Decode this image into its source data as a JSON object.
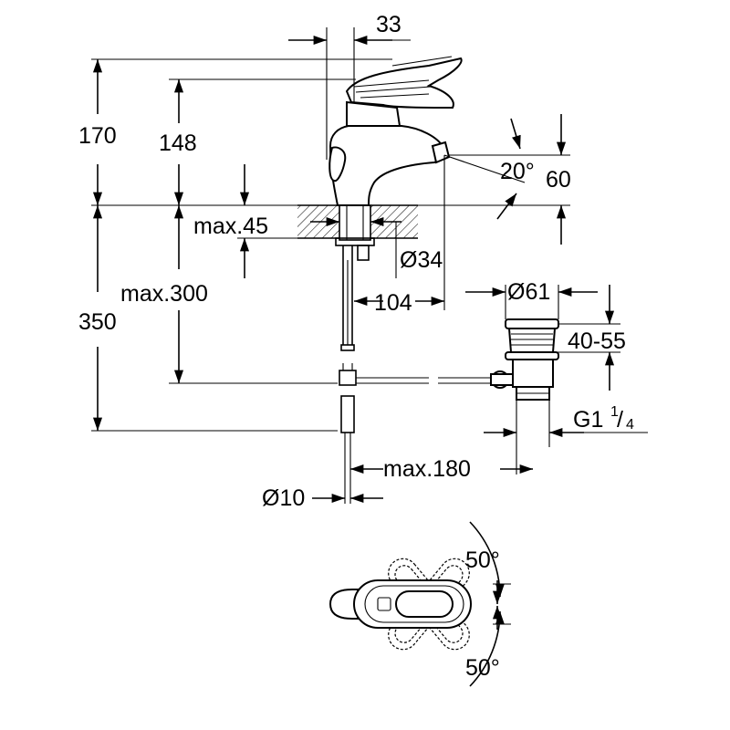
{
  "dimensions": {
    "spout_offset": "33",
    "total_height": "170",
    "handle_height": "148",
    "spout_angle": "20°",
    "spout_height": "60",
    "max_deck": "max.45",
    "hole_diameter": "Ø34",
    "max_hose_length": "max.300",
    "hose_total": "350",
    "spout_reach": "104",
    "waste_diameter": "Ø61",
    "waste_height": "40-55",
    "waste_thread_main": "G1",
    "waste_thread_num": "1",
    "waste_thread_den": "4",
    "waste_max_distance": "max.180",
    "pull_rod_diameter": "Ø10",
    "handle_angle_upper": "50°",
    "handle_angle_lower": "50°"
  },
  "colors": {
    "ink": "#000000",
    "paper": "#ffffff"
  }
}
